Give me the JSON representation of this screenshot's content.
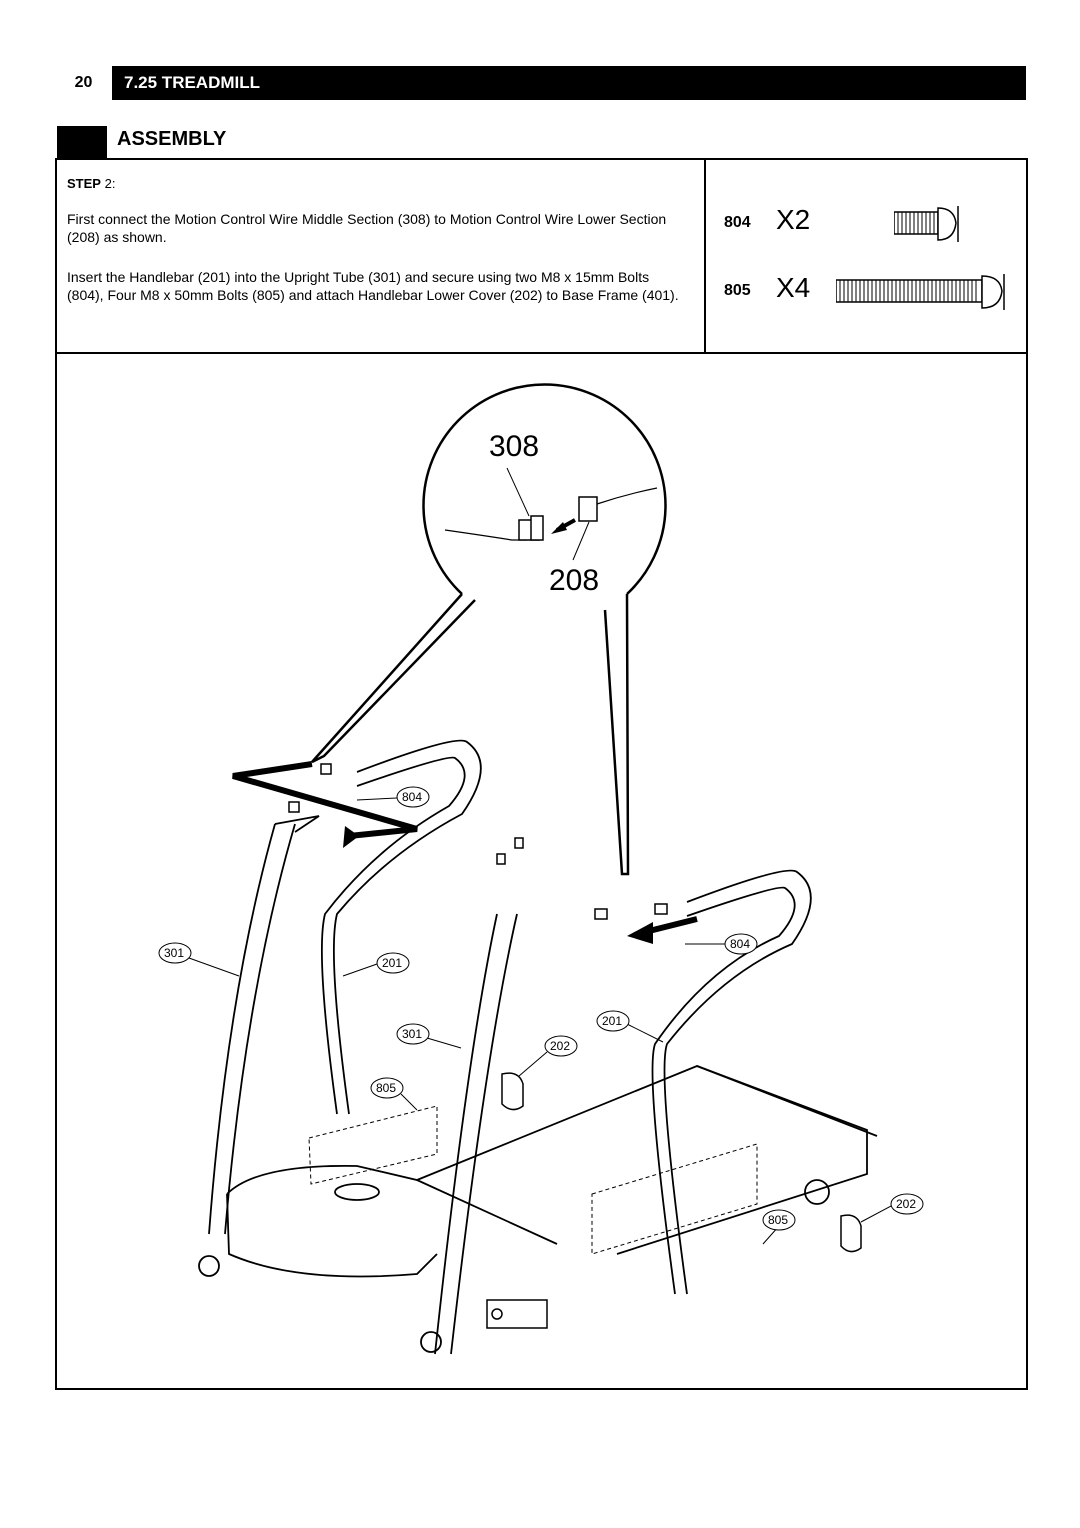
{
  "header": {
    "page_number": "20",
    "title": "7.25 TREADMILL"
  },
  "section": {
    "title": "ASSEMBLY"
  },
  "instructions": {
    "step_label": "STEP",
    "step_number": "2",
    "paragraph_1": "First connect the Motion Control Wire Middle Section (308) to Motion Control Wire Lower Section (208) as shown.",
    "paragraph_2": "Insert the Handlebar (201) into the Upright Tube (301) and secure using two M8 x 15mm Bolts (804), Four M8 x 50mm Bolts (805) and attach Handlebar Lower Cover (202) to Base Frame (401)."
  },
  "parts": [
    {
      "number": "804",
      "quantity": "X2",
      "icon": "short-bolt-icon"
    },
    {
      "number": "805",
      "quantity": "X4",
      "icon": "long-bolt-icon"
    }
  ],
  "diagram": {
    "detail_labels": [
      "308",
      "208"
    ],
    "callouts": [
      {
        "label": "804"
      },
      {
        "label": "804"
      },
      {
        "label": "301"
      },
      {
        "label": "201"
      },
      {
        "label": "301"
      },
      {
        "label": "201"
      },
      {
        "label": "202"
      },
      {
        "label": "805"
      },
      {
        "label": "805"
      },
      {
        "label": "202"
      }
    ]
  }
}
